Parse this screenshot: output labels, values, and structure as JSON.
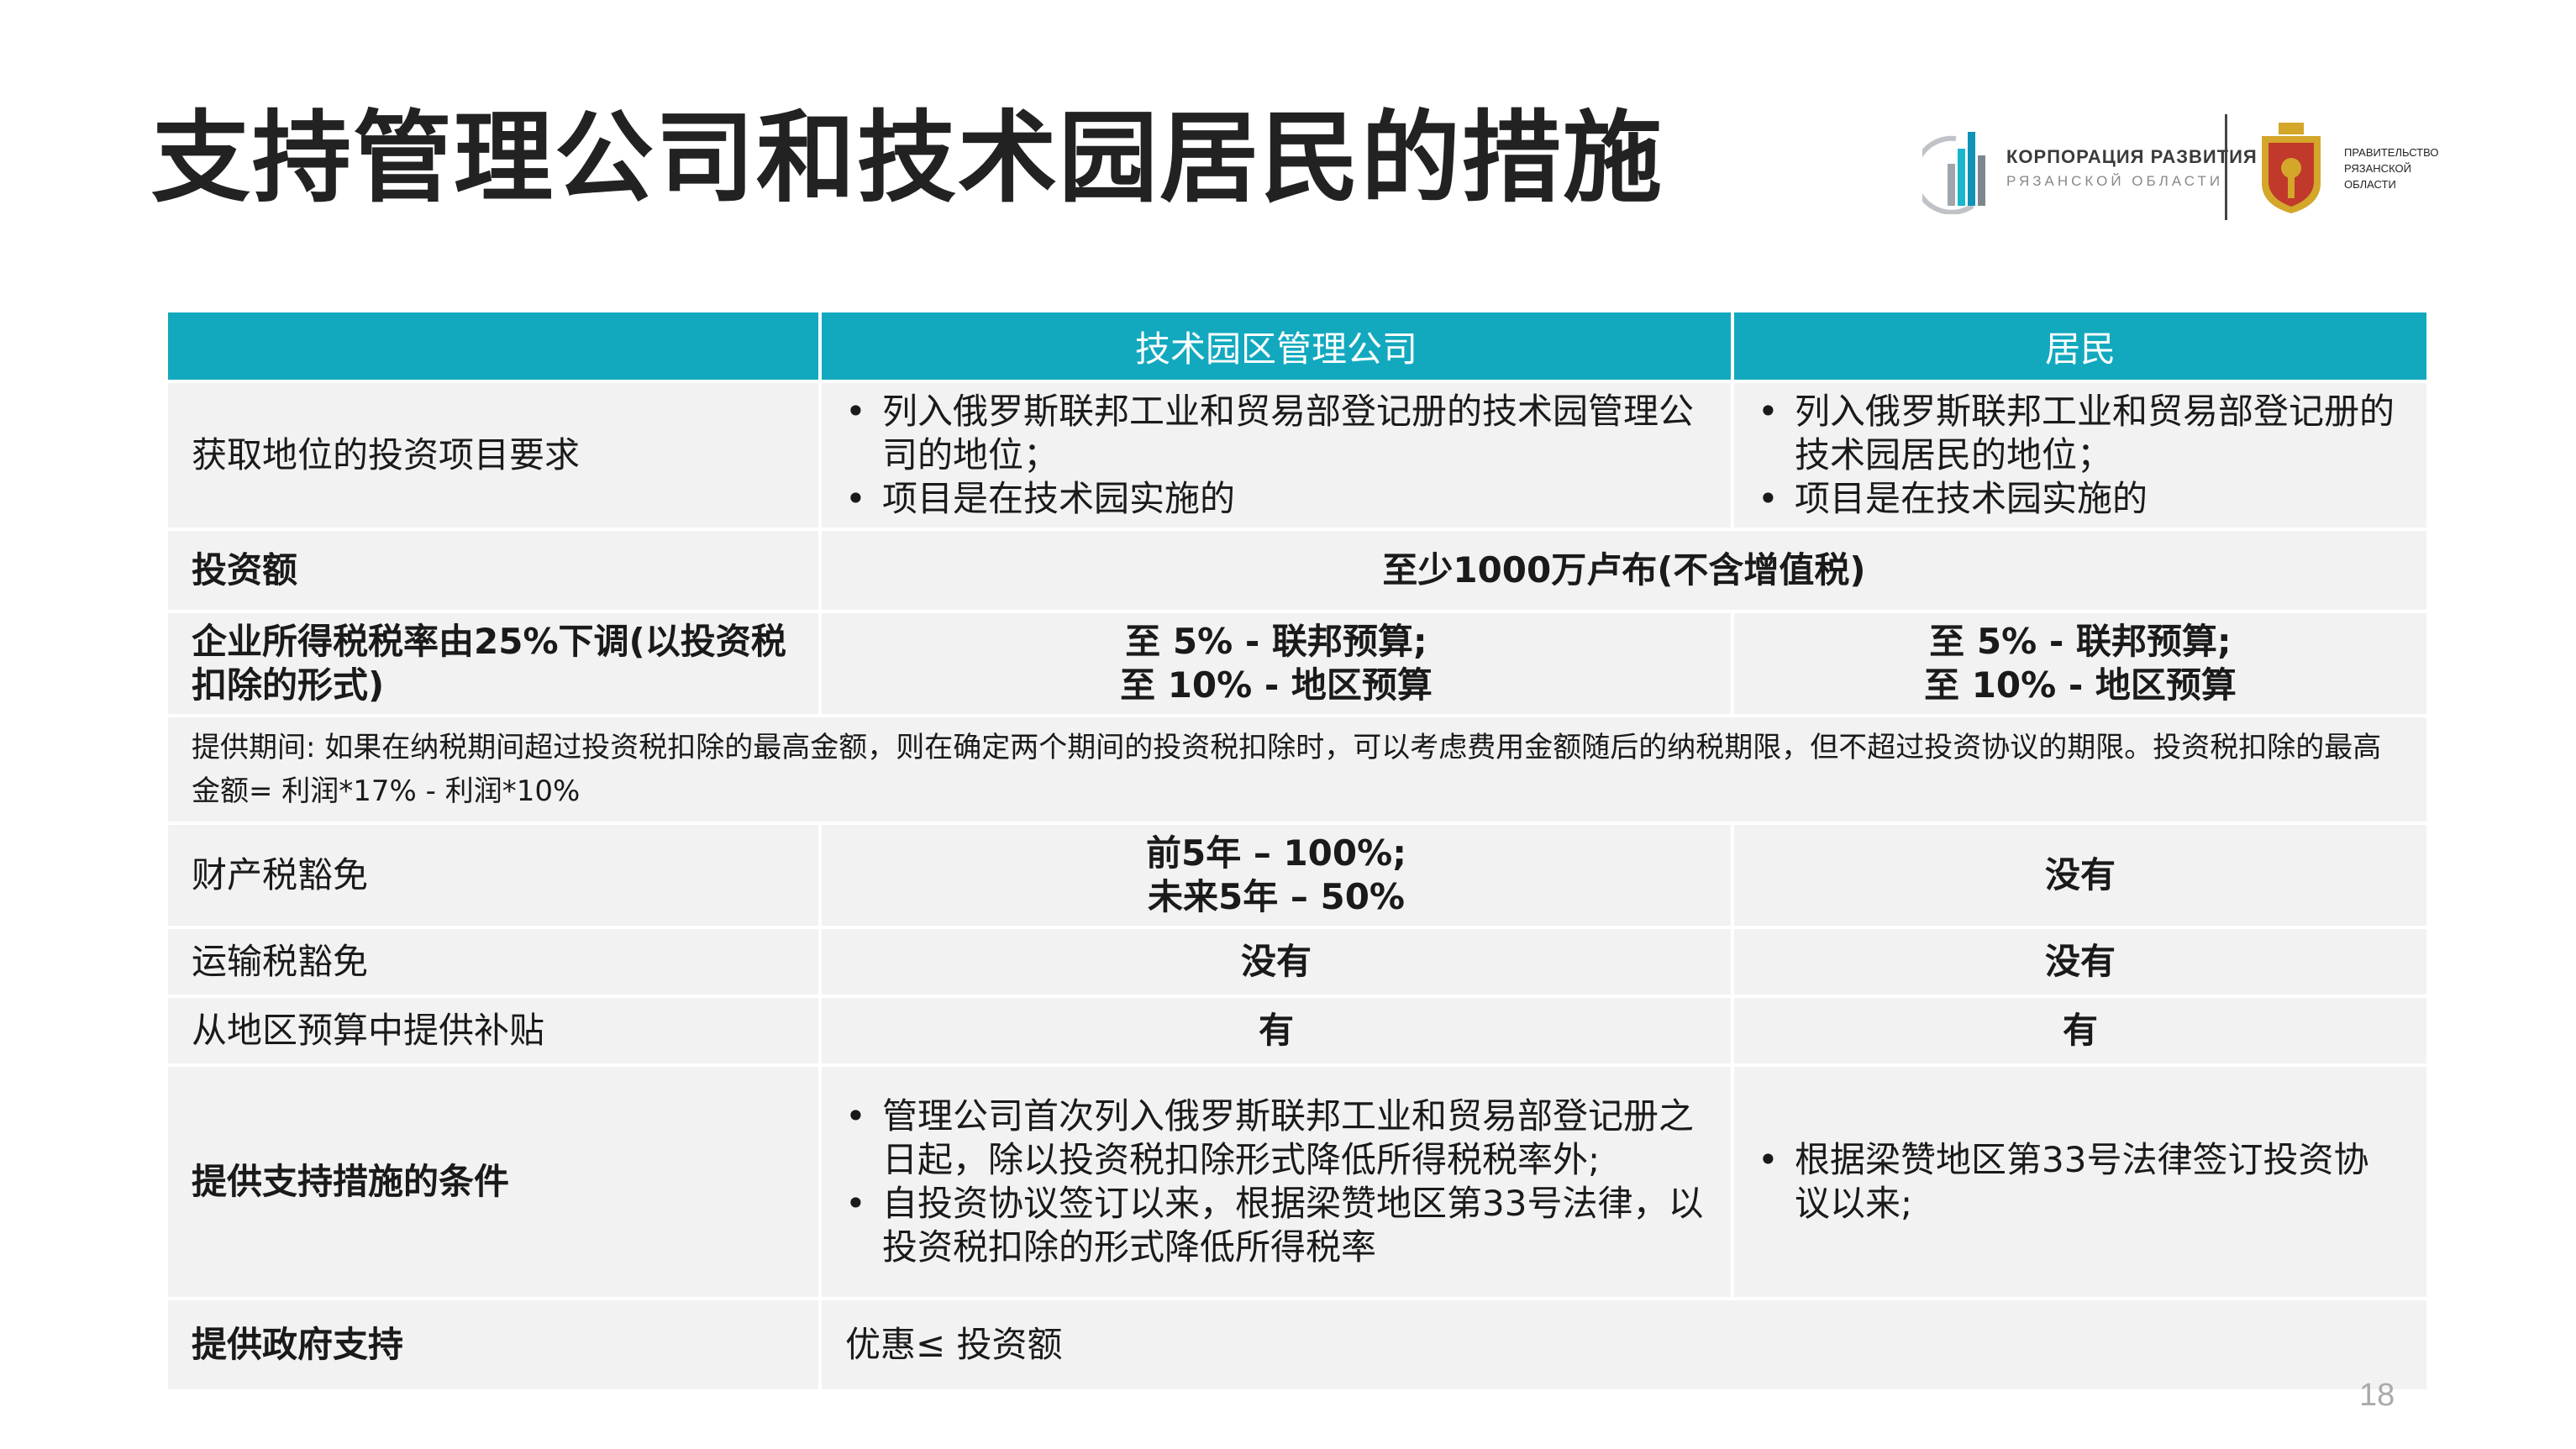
{
  "title": "支持管理公司和技术园居民的措施",
  "logos": {
    "corporation_line1": "КОРПОРАЦИЯ РАЗВИТИЯ",
    "corporation_line2": "РЯЗАНСКОЙ ОБЛАСТИ",
    "government_line1": "ПРАВИТЕЛЬСТВО",
    "government_line2": "РЯЗАНСКОЙ",
    "government_line3": "ОБЛАСТИ"
  },
  "table": {
    "headers": [
      "",
      "技术园区管理公司",
      "居民"
    ],
    "rows": {
      "requirements": {
        "label": "获取地位的投资项目要求",
        "company": [
          "列入俄罗斯联邦工业和贸易部登记册的技术园管理公司的地位；",
          "项目是在技术园实施的"
        ],
        "resident": [
          "列入俄罗斯联邦工业和贸易部登记册的技术园居民的地位；",
          "项目是在技术园实施的"
        ]
      },
      "investment": {
        "label": "投资额",
        "value": "至少1000万卢布(不含增值税)"
      },
      "tax_rate": {
        "label": "企业所得税税率由25%下调(以投资税扣除的形式)",
        "company_line1": "至 5% - 联邦预算;",
        "company_line2": "至 10% - 地区预算",
        "resident_line1": "至 5% - 联邦预算;",
        "resident_line2": "至 10% - 地区预算"
      },
      "period_note": "提供期间: 如果在纳税期间超过投资税扣除的最高金额，则在确定两个期间的投资税扣除时，可以考虑费用金额随后的纳税期限，但不超过投资协议的期限。投资税扣除的最高金额= 利润*17% - 利润*10%",
      "property_tax": {
        "label": "财产税豁免",
        "company_line1": "前5年 – 100%;",
        "company_line2": "未来5年 – 50%",
        "resident": "没有"
      },
      "transport_tax": {
        "label": "运输税豁免",
        "company": "没有",
        "resident": "没有"
      },
      "subsidy": {
        "label": "从地区预算中提供补贴",
        "company": "有",
        "resident": "有"
      },
      "conditions": {
        "label": "提供支持措施的条件",
        "company": [
          "管理公司首次列入俄罗斯联邦工业和贸易部登记册之日起，除以投资税扣除形式降低所得税税率外;",
          "自投资协议签订以来，根据梁赞地区第33号法律，以投资税扣除的形式降低所得税率"
        ],
        "resident": [
          "根据梁赞地区第33号法律签订投资协议以来;"
        ]
      },
      "gov_support": {
        "label": "提供政府支持",
        "value": "优惠≤ 投资额"
      }
    }
  },
  "page_number": "18",
  "colors": {
    "header_bg": "#12a9bf",
    "row_bg": "#f2f2f2"
  }
}
